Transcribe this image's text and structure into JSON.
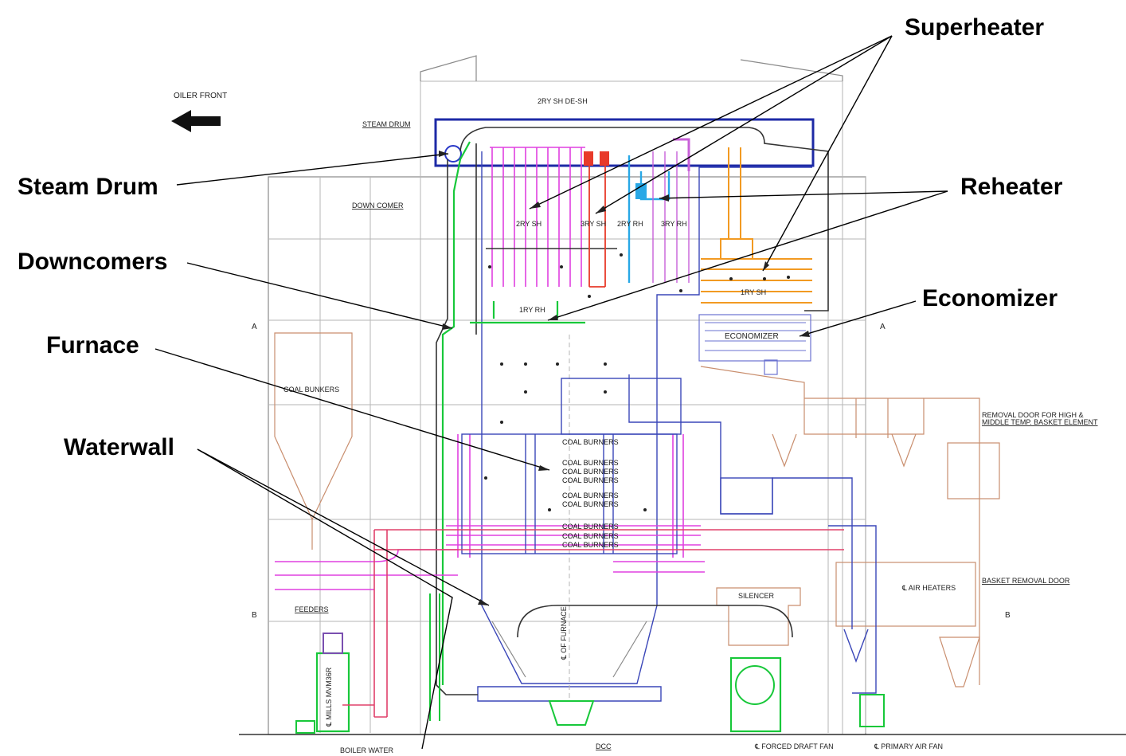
{
  "callouts": {
    "superheater": "Superheater",
    "steam_drum": "Steam Drum",
    "reheater": "Reheater",
    "downcomers": "Downcomers",
    "economizer": "Economizer",
    "furnace": "Furnace",
    "waterwall": "Waterwall"
  },
  "drawing_labels": {
    "boiler_front": "OILER FRONT",
    "sh_desh": "2RY SH DE-SH",
    "steam_drum": "STEAM DRUM",
    "down_comer": "DOWN COMER",
    "sh2": "2RY SH",
    "sh3": "3RY SH",
    "rh2": "2RY RH",
    "rh3": "3RY RH",
    "rh1": "1RY RH",
    "sh1": "1RY SH",
    "economizer": "ECONOMIZER",
    "coal_bunkers": "COAL BUNKERS",
    "feeders": "FEEDERS",
    "removal_door_1": "REMOVAL DOOR FOR HIGH &",
    "removal_door_2": "MIDDLE TEMP. BASKET ELEMENT",
    "basket_removal_door": "BASKET REMOVAL DOOR",
    "air_heaters": "℄ AIR HEATERS",
    "silencer": "SILENCER",
    "furnace_cl": "℄ OF FURNACE",
    "mill": "℄ MILLS MVM36R",
    "boiler_water": "BOILER WATER",
    "dcc": "DCC",
    "forced_draft_fan": "℄ FORCED DRAFT FAN",
    "primary_air_fan": "℄ PRIMARY AIR FAN",
    "section_a_left": "A",
    "section_a_right": "A",
    "section_b_left": "B",
    "section_b_right": "B",
    "coal_burners": [
      "COAL BURNERS",
      "COAL BURNERS",
      "COAL BURNERS",
      "COAL BURNERS",
      "COAL BURNERS",
      "COAL BURNERS",
      "COAL BURNERS",
      "COAL BURNERS",
      "COAL BURNERS"
    ]
  },
  "colors": {
    "waterwall": "#3a46b8",
    "burner_piping": "#e040e0",
    "superheater_3ry": "#e83a2a",
    "reheater": "#29a8e6",
    "primary_sh": "#f29a22",
    "downcomer": "#18c83a",
    "steel_structure": "#8a8a8a",
    "air_ducts": "#c98e6e"
  }
}
